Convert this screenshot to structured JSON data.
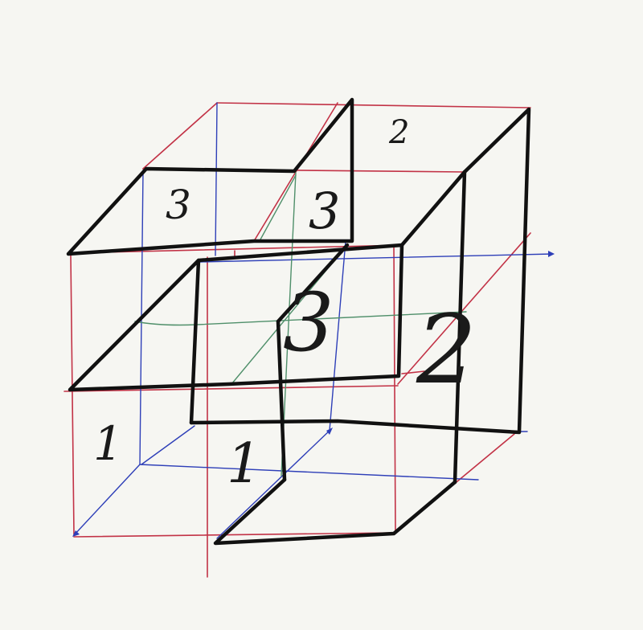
{
  "diagram": {
    "description_free": true,
    "colors": {
      "background": "#f6f6f2",
      "red": "#c23246",
      "blue": "#2e3fb8",
      "green": "#4f8f6a",
      "black": "#111111"
    },
    "region_labels": [
      {
        "id": "label-1-front-left",
        "text": "1"
      },
      {
        "id": "label-1-center-bottom",
        "text": "1"
      },
      {
        "id": "label-2-top-right",
        "text": "2"
      },
      {
        "id": "label-2-right-face",
        "text": "2"
      },
      {
        "id": "label-3-top-left",
        "text": "3"
      },
      {
        "id": "label-3-top-middle",
        "text": "3"
      },
      {
        "id": "label-3-center",
        "text": "3"
      }
    ]
  }
}
